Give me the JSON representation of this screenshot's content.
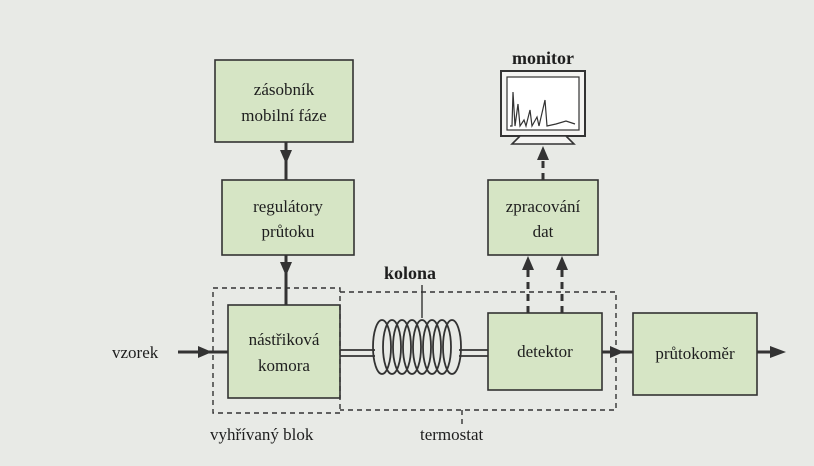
{
  "boxes": {
    "reservoir": {
      "line1": "zásobník",
      "line2": "mobilní fáze"
    },
    "flow_regulators": {
      "line1": "regulátory",
      "line2": "průtoku"
    },
    "injection_chamber": {
      "line1": "nástřiková",
      "line2": "komora"
    },
    "data_processing": {
      "line1": "zpracování",
      "line2": "dat"
    },
    "detector": {
      "label": "detektor"
    },
    "flowmeter": {
      "label": "průtokoměr"
    }
  },
  "labels": {
    "sample": "vzorek",
    "column": "kolona",
    "monitor": "monitor",
    "heated_block": "vyhřívaný blok",
    "thermostat": "termostat"
  },
  "colors": {
    "background": "#e8eae6",
    "box_fill": "#d6e5c5",
    "line": "#333333"
  }
}
